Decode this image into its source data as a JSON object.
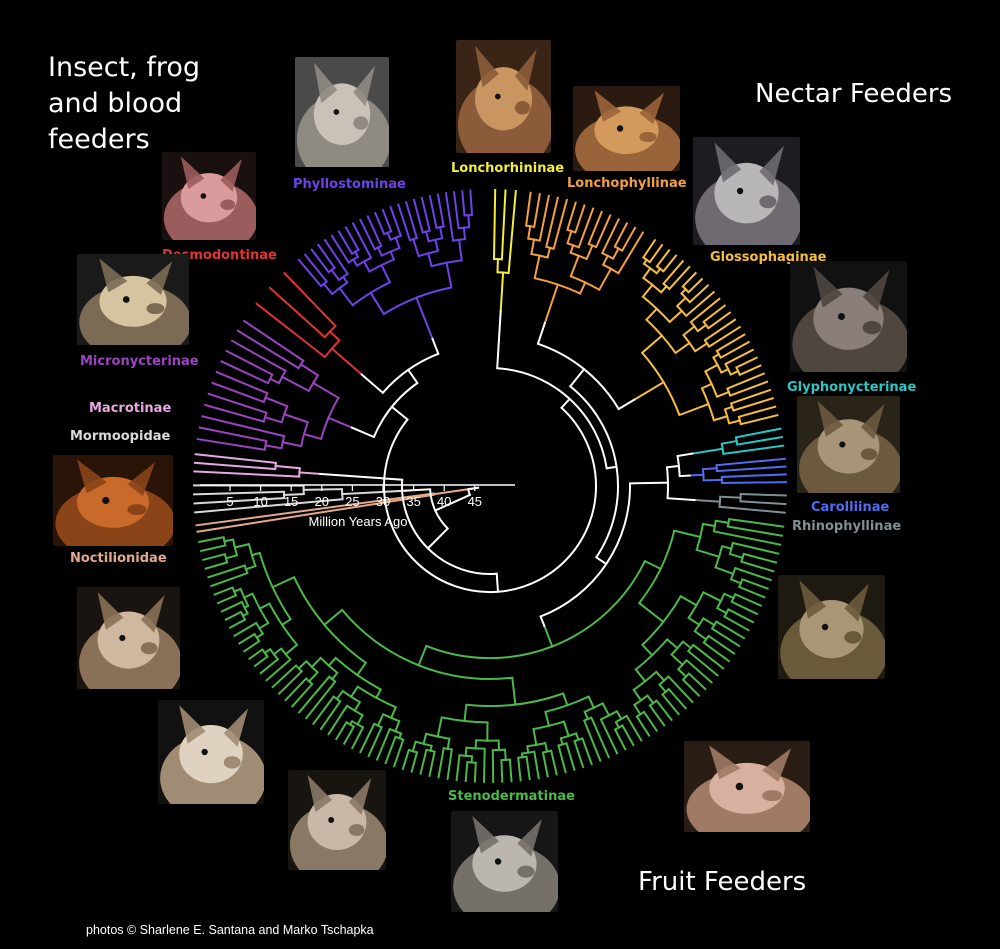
{
  "headings": {
    "insect": [
      "Insect, frog",
      "and blood",
      "feeders"
    ],
    "nectar": "Nectar Feeders",
    "fruit": "Fruit Feeders"
  },
  "clades": [
    {
      "key": "phyllostominae",
      "label": "Phyllostominae",
      "color": "#6f41e8"
    },
    {
      "key": "desmodontinae",
      "label": "Desmodontinae",
      "color": "#e03333"
    },
    {
      "key": "micronycterinae",
      "label": "Micronycterinae",
      "color": "#9a44c0"
    },
    {
      "key": "macrotinae",
      "label": "Macrotinae",
      "color": "#e7a7e0"
    },
    {
      "key": "mormoopidae",
      "label": "Mormoopidae",
      "color": "#d9d9d9"
    },
    {
      "key": "noctilionidae",
      "label": "Noctilionidae",
      "color": "#e4a98a"
    },
    {
      "key": "lonchorhininae",
      "label": "Lonchorhininae",
      "color": "#f3ee3c"
    },
    {
      "key": "lonchophyllinae",
      "label": "Lonchophyllinae",
      "color": "#f3a041"
    },
    {
      "key": "glossophaginae",
      "label": "Glossophaginae",
      "color": "#f5be3c"
    },
    {
      "key": "glyphonycterinae",
      "label": "Glyphonycterinae",
      "color": "#2ec4c4"
    },
    {
      "key": "carolliinae",
      "label": "Carolliinae",
      "color": "#4f6cf2"
    },
    {
      "key": "rhinophyllinae",
      "label": "Rhinophyllinae",
      "color": "#7f8f93"
    },
    {
      "key": "stenodermatinae",
      "label": "Stenodermatinae",
      "color": "#4cb84a"
    }
  ],
  "axis": {
    "ticks": [
      "5",
      "10",
      "15",
      "20",
      "25",
      "30",
      "35",
      "40",
      "45"
    ],
    "label": "Million Years Ago"
  },
  "credit": "photos © Sharlene E. Santana and Marko Tschapka"
}
